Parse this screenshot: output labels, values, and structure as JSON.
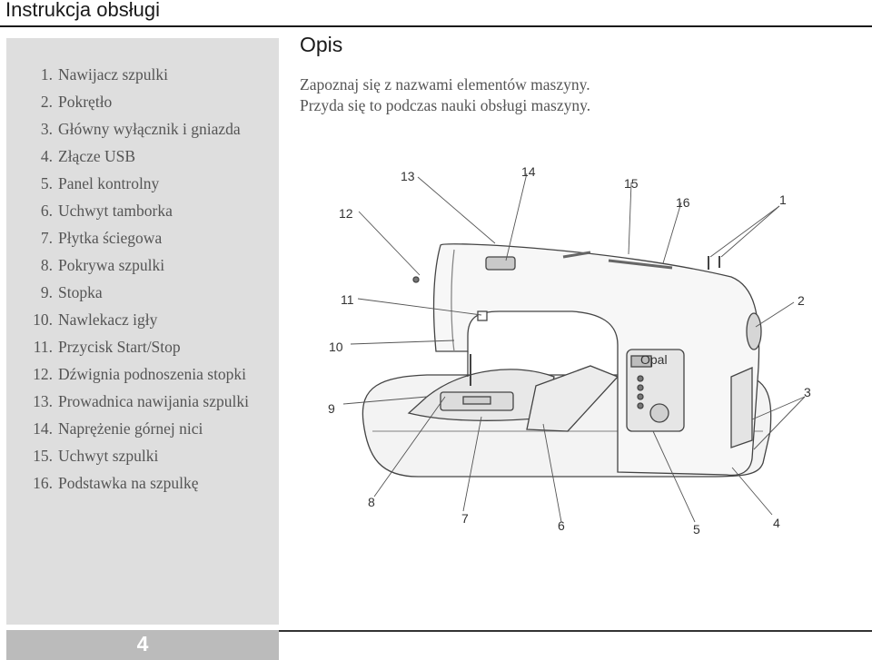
{
  "header": {
    "title": "Instrukcja obsługi"
  },
  "sidebar": {
    "items": [
      {
        "num": "1.",
        "label": "Nawijacz szpulki"
      },
      {
        "num": "2.",
        "label": "Pokrętło"
      },
      {
        "num": "3.",
        "label": "Główny wyłącznik i gniazda"
      },
      {
        "num": "4.",
        "label": "Złącze USB"
      },
      {
        "num": "5.",
        "label": "Panel kontrolny"
      },
      {
        "num": "6.",
        "label": "Uchwyt tamborka"
      },
      {
        "num": "7.",
        "label": "Płytka ściegowa"
      },
      {
        "num": "8.",
        "label": "Pokrywa szpulki"
      },
      {
        "num": "9.",
        "label": "Stopka"
      },
      {
        "num": "10.",
        "label": "Nawlekacz igły"
      },
      {
        "num": "11.",
        "label": "Przycisk Start/Stop"
      },
      {
        "num": "12.",
        "label": "Dźwignia podnoszenia stopki"
      },
      {
        "num": "13.",
        "label": "Prowadnica nawijania szpulki"
      },
      {
        "num": "14.",
        "label": "Naprężenie górnej nici"
      },
      {
        "num": "15.",
        "label": "Uchwyt szpulki"
      },
      {
        "num": "16.",
        "label": "Podstawka na szpulkę"
      }
    ]
  },
  "main": {
    "title": "Opis",
    "intro": [
      "Zapoznaj się z nazwami elementów maszyny.",
      "Przyda się to podczas nauki obsługi maszyny."
    ]
  },
  "diagram": {
    "callouts": [
      "1",
      "2",
      "3",
      "4",
      "5",
      "6",
      "7",
      "8",
      "9",
      "10",
      "11",
      "12",
      "13",
      "14",
      "15",
      "16"
    ],
    "panel_label": "Opal"
  },
  "footer": {
    "page_number": "4"
  }
}
